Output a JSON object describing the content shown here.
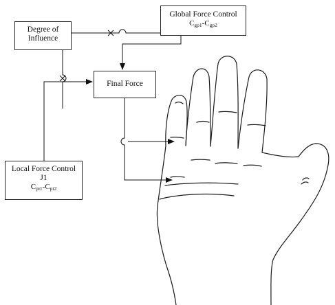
{
  "boxes": {
    "influence": {
      "line1": "Degree of",
      "line2": "Influence"
    },
    "global": {
      "line1": "Global Force Control",
      "sym": "C",
      "sub1": "gp1",
      "mid": "-C",
      "sub2": "gp2"
    },
    "final": {
      "label": "Final Force"
    },
    "local": {
      "line1": "Local Force Control",
      "line2": "J1",
      "sym": "C",
      "sub1": "pi1",
      "mid": "-C",
      "sub2": "pi2"
    }
  },
  "colors": {
    "line": "#111111",
    "hand": "#1a1a1a",
    "background": "#ffffff"
  }
}
